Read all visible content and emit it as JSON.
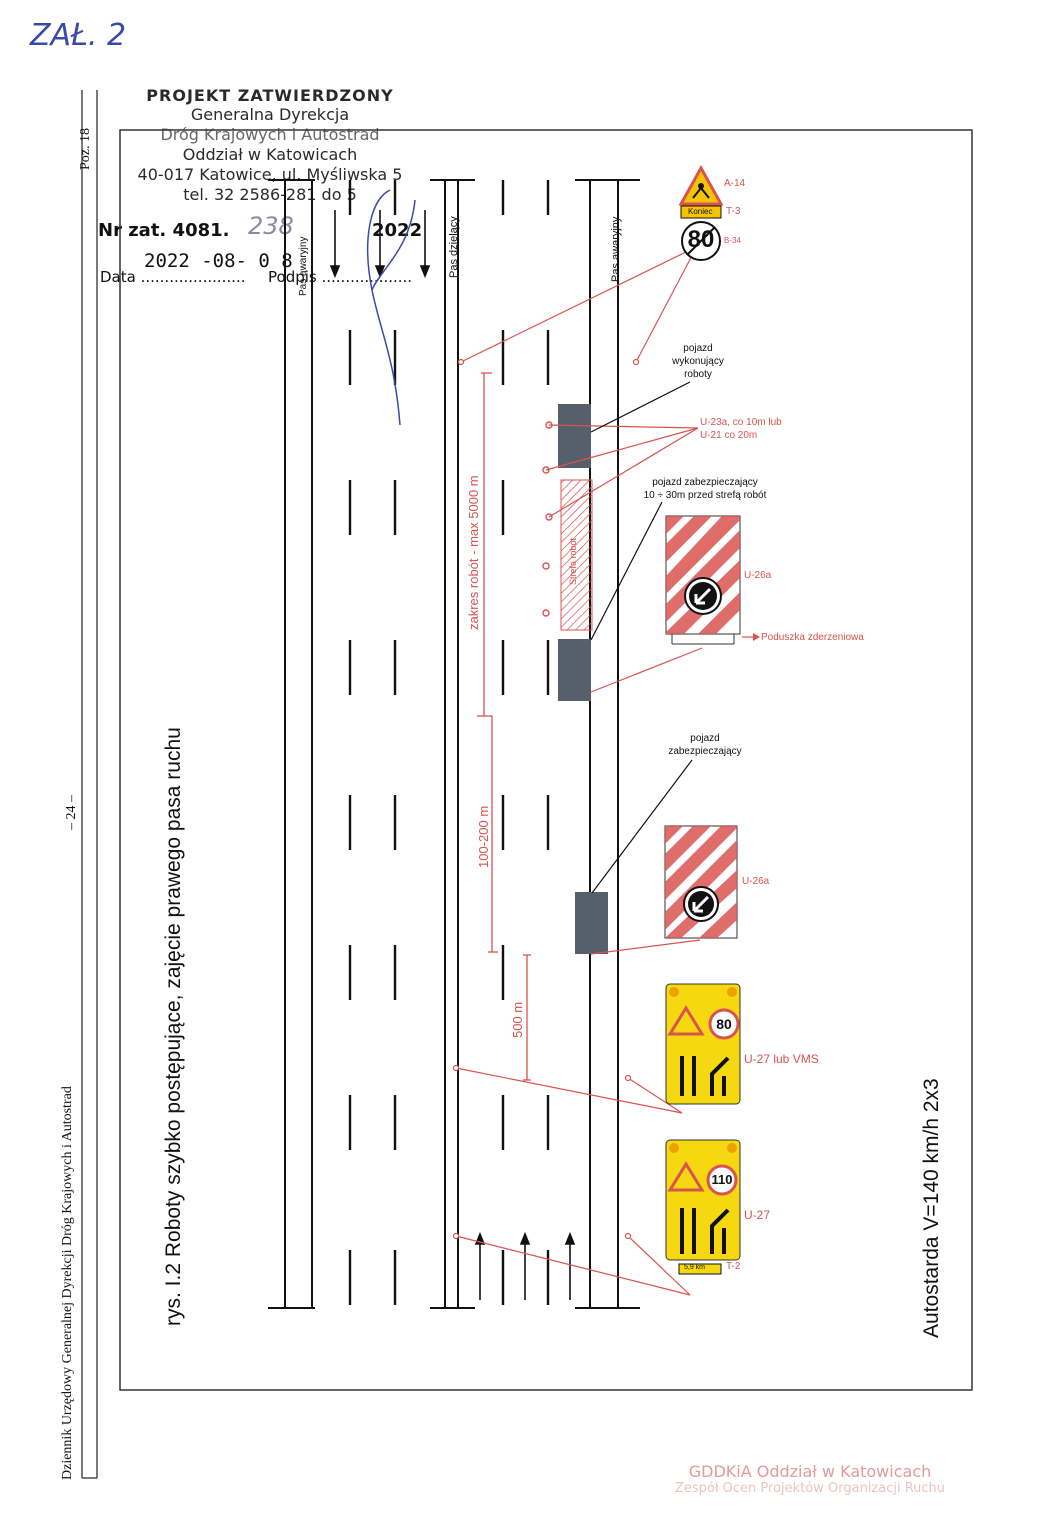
{
  "handwritten": {
    "label": "ZAŁ. 2",
    "number": "238"
  },
  "stamp": {
    "title": "PROJEKT ZATWIERDZONY",
    "line1": "Generalna Dyrekcja",
    "line2": "Dróg Krajowych i Autostrad",
    "line3": "Oddział w Katowicach",
    "line4": "40-017 Katowice, ul. Myśliwska 5",
    "line5": "tel. 32 2586-281 do 5",
    "nr_label": "Nr zat. 4081.",
    "year": "2022",
    "date": "2022 -08- 0 8",
    "date_label": "Data ......................",
    "sign_label": "Podpis ..................."
  },
  "margin": {
    "journal": "Dziennik Urzędowy Generalnej Dyrekcji Dróg Krajowych i Autostrad",
    "page": "– 24 –",
    "poz": "Poz. 18"
  },
  "figure": {
    "caption": "rys. I.2 Roboty szybko postępujące, zajęcie prawego pasa ruchu",
    "road_type": "Autostarda V=140 km/h 2x3",
    "lane_labels": {
      "shoulder_left": "Pas awaryjny",
      "divider": "Pas dzielący",
      "shoulder_right": "Pas awaryjny"
    },
    "dimensions": {
      "work_range": "zakres robót - max 5000 m",
      "gap": "100-200 m",
      "advance": "500 m"
    },
    "work_zone": "Strefa robót",
    "labels": {
      "vehicle_work": "pojazd\nwykonujący\nroboty",
      "cones": "U-23a, co 10m lub\nU-21 co 20m",
      "protect_vehicle": "pojazd zabezpieczający\n10 ÷ 30m przed strefą robót",
      "protect_vehicle2": "pojazd\nzabezpieczający",
      "cushion": "Poduszka zderzeniowa"
    },
    "signs": {
      "a14": "A-14",
      "t3": "T-3",
      "t3_text": "Koniec",
      "b34": "B-34",
      "b34_value": "80",
      "u26a_1": "U-26a",
      "u26a_2": "U-26a",
      "u27_vms": "U-27 lub VMS",
      "u27_vms_limit": "80",
      "u27": "U-27",
      "u27_limit": "110",
      "t2": "T-2",
      "t2_value": "5,9 km"
    },
    "colors": {
      "red": "#d9534f",
      "yellow": "#f5d80f",
      "vehicle": "#55606c"
    }
  },
  "footer": {
    "line1": "GDDKiA Oddział w Katowicach",
    "line2": "Zespół Ocen Projektów Organizacji Ruchu"
  }
}
